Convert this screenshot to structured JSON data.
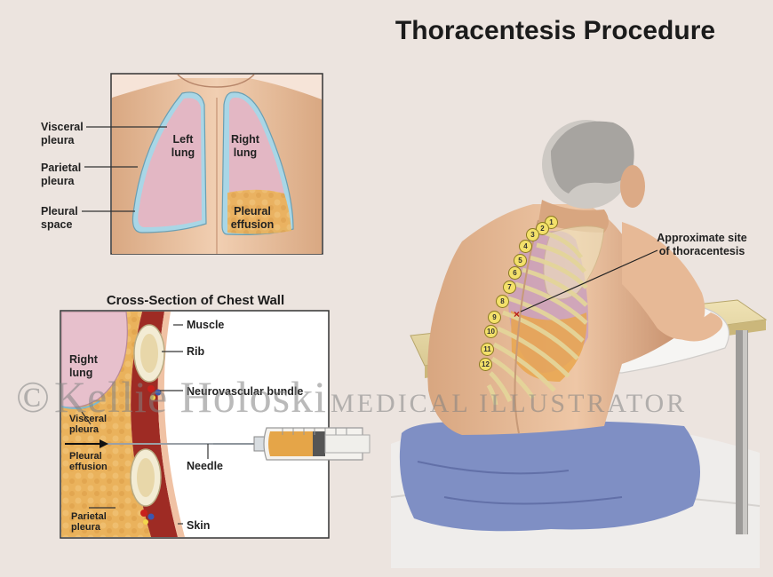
{
  "title": "Thoracentesis Procedure",
  "lungs_panel": {
    "visceral_pleura": "Visceral\npleura",
    "parietal_pleura": "Parietal\npleura",
    "pleural_space": "Pleural\nspace",
    "left_lung": "Left\nlung",
    "right_lung": "Right\nlung",
    "pleural_effusion": "Pleural\neffusion"
  },
  "cross_section": {
    "title": "Cross-Section of Chest Wall",
    "right_lung": "Right\nlung",
    "visceral_pleura": "Visceral\npleura",
    "pleural_effusion": "Pleural\neffusion",
    "parietal_pleura": "Parietal\npleura",
    "muscle": "Muscle",
    "rib": "Rib",
    "neurovascular_bundle": "Neurovascular bundle",
    "needle": "Needle",
    "skin": "Skin"
  },
  "patient": {
    "site_label": "Approximate site\nof thoracentesis",
    "rib_numbers": [
      "1",
      "2",
      "3",
      "4",
      "5",
      "6",
      "7",
      "8",
      "9",
      "10",
      "11",
      "12"
    ]
  },
  "watermark": {
    "symbol": "©",
    "name": "Kellie Holoski",
    "role": "MEDICAL ILLUSTRATOR"
  },
  "colors": {
    "background": "#ece4df",
    "lung": "#e3b7c4",
    "pleura": "#9fd0e2",
    "effusion": "#e5a548",
    "skin": "#eac0a0",
    "muscle": "#9e2b24",
    "gown": "#7f8fc4"
  }
}
